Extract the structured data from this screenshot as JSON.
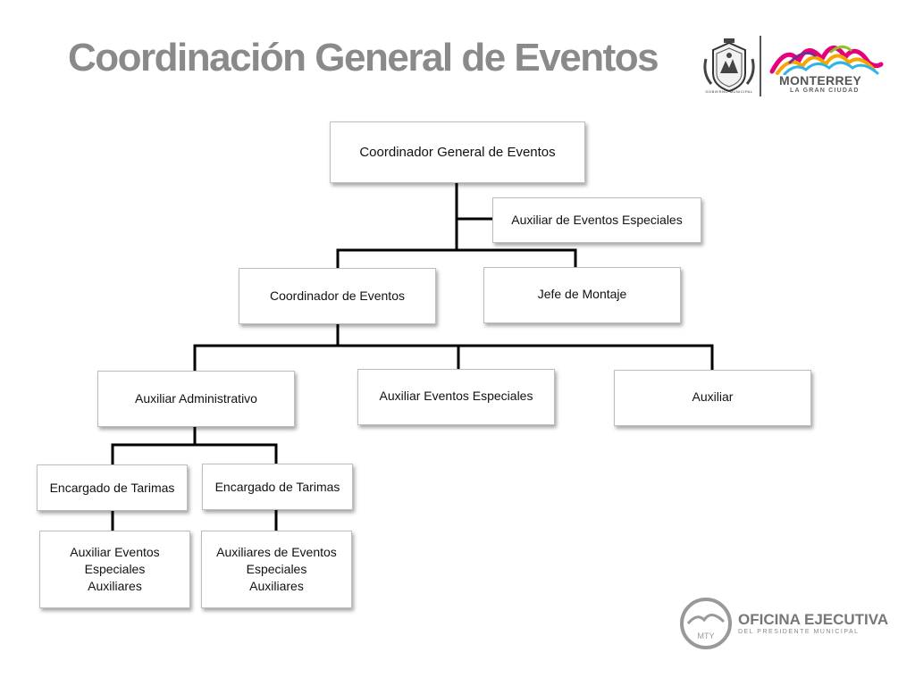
{
  "title": "Coordinación General de Eventos",
  "nodes": {
    "root": "Coordinador General de Eventos",
    "assistant": "Auxiliar de Eventos Especiales",
    "coordinator": "Coordinador de Eventos",
    "montaje": "Jefe de Montaje",
    "admin": "Auxiliar Administrativo",
    "special": "Auxiliar Eventos Especiales",
    "auxiliar": "Auxiliar",
    "tarimas_1": "Encargado de Tarimas",
    "tarimas_2": "Encargado de Tarimas",
    "sub_1": "Auxiliar Eventos\nEspeciales\nAuxiliares",
    "sub_2": "Auxiliares de Eventos\nEspeciales\nAuxiliares"
  },
  "logos": {
    "seal_caption": "GOBIERNO MUNICIPAL",
    "city_name": "MONTERREY",
    "city_tagline": "LA GRAN CIUDAD",
    "office_badge": "MTY",
    "office_name": "OFICINA EJECUTIVA",
    "office_subtitle": "DEL PRESIDENTE MUNICIPAL"
  },
  "colors": {
    "title": "#8a8a8a",
    "connector": "#000000",
    "box_border": "#bdbdbd"
  }
}
